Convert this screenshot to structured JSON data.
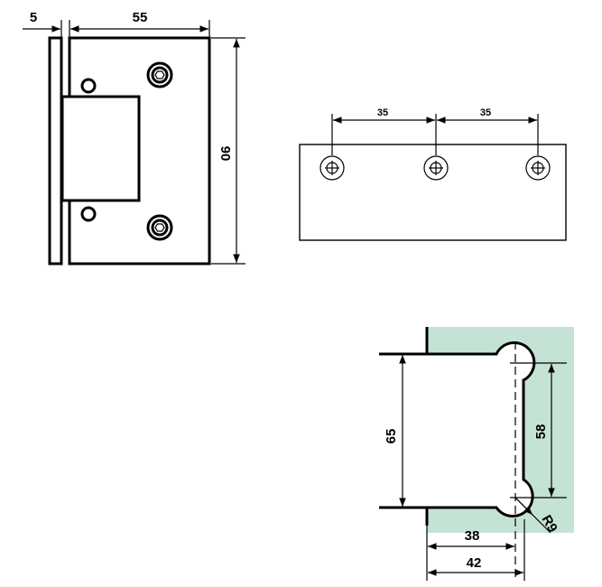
{
  "front_view": {
    "dim_thickness": "5",
    "dim_width": "55",
    "dim_height": "90"
  },
  "top_view": {
    "dim_spacing_1": "35",
    "dim_spacing_2": "35"
  },
  "section_view": {
    "dim_opening": "65",
    "dim_pivot_span": "58",
    "dim_offset_inner": "38",
    "dim_offset_outer": "42",
    "radius": "R9",
    "glass_color": "#c5e3d5"
  }
}
